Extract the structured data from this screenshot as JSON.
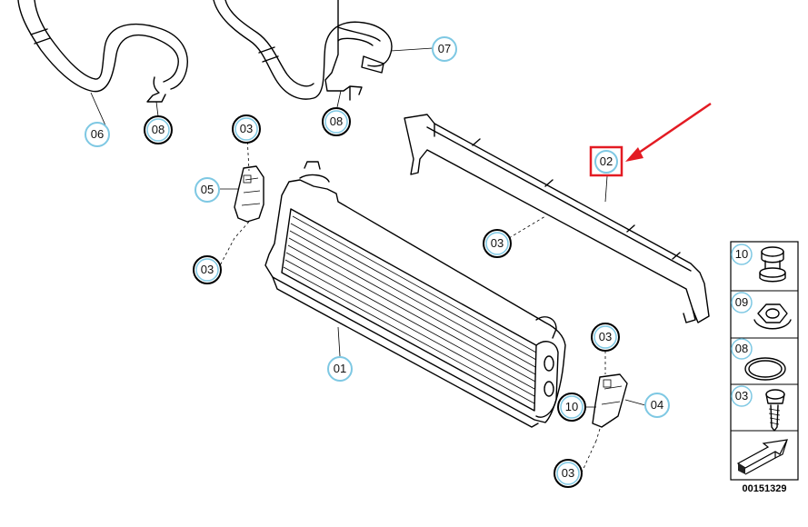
{
  "callouts": {
    "c06": "06",
    "c08a": "08",
    "c08b": "08",
    "c07": "07",
    "c03_top": "03",
    "c05": "05",
    "c03_left": "03",
    "c02": "02",
    "c03_mid": "03",
    "c01": "01",
    "c03_right": "03",
    "c10": "10",
    "c04": "04",
    "c03_bottom": "03"
  },
  "legend": {
    "items": [
      {
        "label": "10",
        "icon": "rubber-mount-icon"
      },
      {
        "label": "09",
        "icon": "hex-nut-icon"
      },
      {
        "label": "08",
        "icon": "o-ring-icon"
      },
      {
        "label": "03",
        "icon": "screw-icon"
      }
    ],
    "arrow_icon": "direction-arrow-icon"
  },
  "part_number": "00151329",
  "colors": {
    "callout_ring": "#7ec8e3",
    "callout_fill": "#ffffff",
    "highlight": "#e31b23",
    "line": "#000000"
  }
}
